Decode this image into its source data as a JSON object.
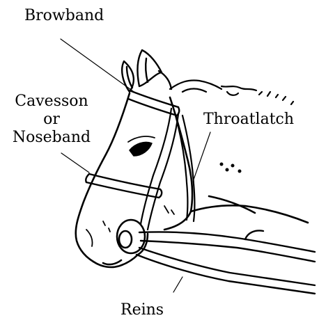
{
  "labels": {
    "browband": "Browband",
    "cavesson_line1": "Cavesson",
    "cavesson_line2": "or",
    "cavesson_line3": "Noseband",
    "throatlatch": "Throatlatch",
    "reins": "Reins"
  },
  "icons": {
    "illustration": "horse-head-with-bridle"
  },
  "colors": {
    "ink": "#000000",
    "background": "#ffffff"
  }
}
